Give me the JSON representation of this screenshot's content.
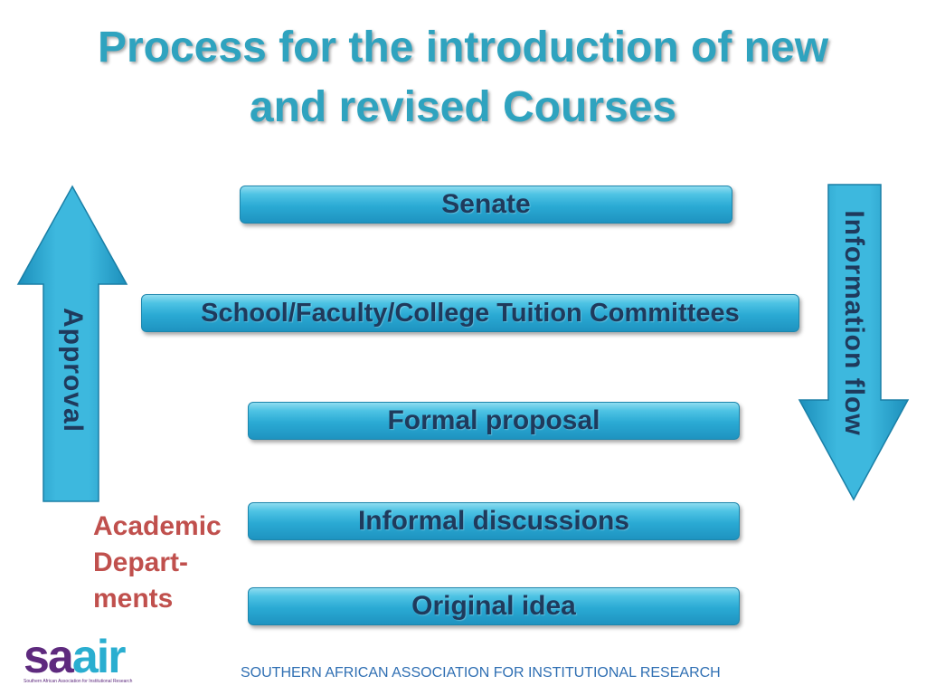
{
  "title": {
    "line1": "Process for the introduction of new",
    "line2": "and revised Courses"
  },
  "levels": [
    {
      "label": "Senate"
    },
    {
      "label": "School/Faculty/College Tuition Committees"
    },
    {
      "label": "Formal proposal"
    },
    {
      "label": "Informal discussions"
    },
    {
      "label": "Original idea"
    }
  ],
  "arrows": {
    "up": {
      "label": "Approval",
      "icon": "up-arrow-icon"
    },
    "down": {
      "label": "Information flow",
      "icon": "down-arrow-icon"
    }
  },
  "side_label": {
    "line1": "Academic",
    "line2": "Depart-",
    "line3": "ments"
  },
  "logo": {
    "part1": "sa",
    "part2": "air",
    "tagline": "Southern African Association for Institutional Research"
  },
  "footer": "SOUTHERN AFRICAN ASSOCIATION FOR INSTITUTIONAL RESEARCH",
  "colors": {
    "title": "#2fa3bf",
    "bar_fill": "#2aaad4",
    "bar_text": "#1f3a5c",
    "side_label": "#c0504d",
    "footer": "#2f6fb3"
  }
}
